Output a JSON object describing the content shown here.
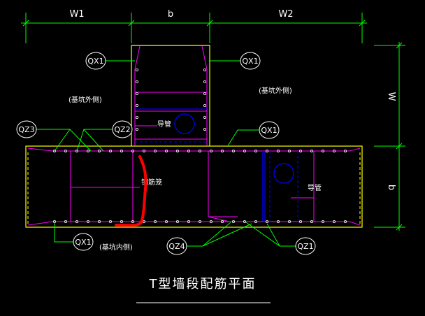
{
  "dimensions": {
    "top": [
      "W1",
      "b",
      "W2"
    ],
    "right": [
      "W",
      "b"
    ]
  },
  "labels": {
    "qx1_top_left": "QX1",
    "qx1_top_right": "QX1",
    "qx1_mid_right": "QX1",
    "qx1_bottom_left": "QX1",
    "qz3": "QZ3",
    "qz2": "QZ2",
    "qz4": "QZ4",
    "qz1": "QZ1",
    "outside_left": "(基坑外侧)",
    "outside_right": "(基坑外侧)",
    "inside": "(基坑内侧)",
    "pipe_top": "导管",
    "pipe_right": "导管",
    "cage_rebar": "钢筋笼"
  },
  "title": "T型墙段配筋平面",
  "colors": {
    "background": "#000000",
    "dimension": "#00ff00",
    "outline": "#ffff00",
    "rebar": "#ff00ff",
    "pipe": "#0000ff",
    "text": "#ffffff",
    "markup": "#ff0000"
  }
}
